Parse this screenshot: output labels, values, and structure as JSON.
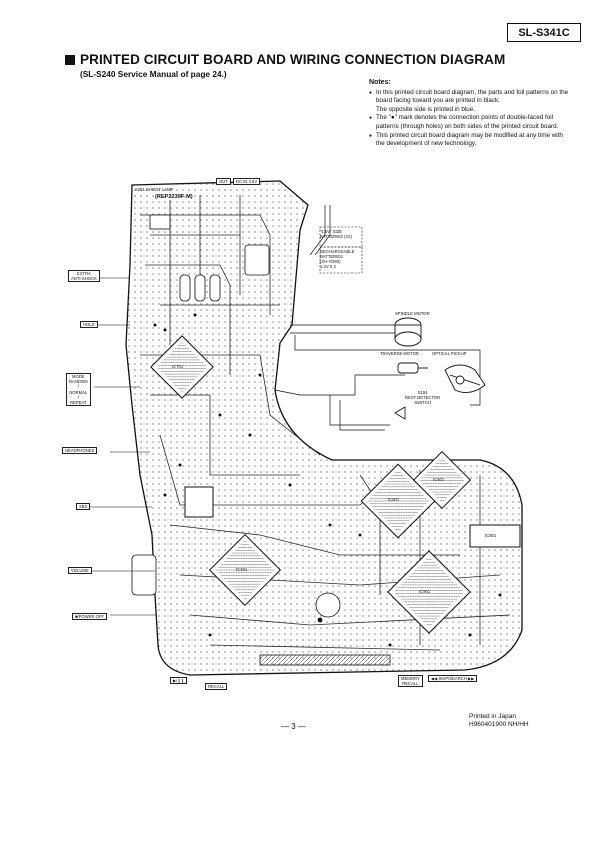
{
  "header": {
    "model": "SL-S341C",
    "title": "PRINTED  CIRCUIT BOARD AND WIRING CONNECTION DIAGRAM",
    "subtitle": "(SL-S240 Service Manual of page 24.)"
  },
  "notes": {
    "heading": "Notes:",
    "items": [
      "In this printed circuit board diagram, the parts and foil patterns on the board facing toward you are printed in black.",
      "The \"●\" mark denotes the connection points of double-faced foil patterns (through holes) on both sides of the printed circuit board.",
      "This printed circuit board diagram may be modified at any time with the development of new technology."
    ],
    "sub_note": "The opposite side is printed in blue."
  },
  "diagram": {
    "part_number": "(REP2239F-M)",
    "s201_label": "S201\nSHOOT LAMP",
    "out_label": "OUT",
    "dc_in_label": "DC IN 4.5V",
    "batteries_label": "\"1.5V\" SIZE\nBATTERIES (X2)",
    "rechargeable_label": "RECHARGEABLE\nBATTERIES\n(SH-YD80)\n1.2V X 2",
    "spindle_motor": "SPINDLE MOTOR",
    "traverse_motor": "TRAVERSE MOTOR",
    "optical_pickup": "OPTICAL PICKUP",
    "rest_switch": "S104\nREST DETECTOR\nSWITCH",
    "extra_anti_shock": "EXTRA\nANTI-SHOCK",
    "hold": "HOLD",
    "mode_random": "MODE\nRANDOM\n/\nNORMAL\n/\nREPEAT",
    "headphones": "HEADPHONES",
    "bass": "XBS",
    "volume": "VOLUME",
    "power_off": "■/POWER OFF",
    "fwd_search": "◀◀ SKIP/SEARCH ▶▶",
    "play_pause": "▶/❙❙",
    "recall": "RECALL",
    "memory_recall": "MEMORY\nRECALL",
    "ic_names": [
      "IC701",
      "IC601",
      "IC501",
      "IC901",
      "IC401",
      "IC801"
    ],
    "colors": {
      "ink": "#111111",
      "trace": "#2a2a2a",
      "board": "#ffffff"
    }
  },
  "footer": {
    "printed_in": "Printed in Japan",
    "code": "H960401900 NH/HH",
    "page": "— 3 —"
  }
}
